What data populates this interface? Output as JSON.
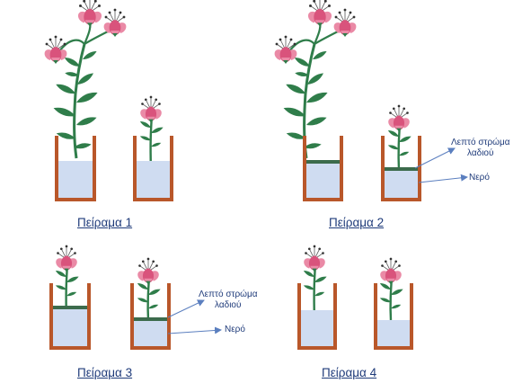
{
  "experiments": [
    {
      "caption": "Πείραμα 1"
    },
    {
      "caption": "Πείραμα 2"
    },
    {
      "caption": "Πείραμα 3"
    },
    {
      "caption": "Πείραμα 4"
    }
  ],
  "labels": {
    "oil_layer_line1": "Λεπτό στρώμα",
    "oil_layer_line2": "λαδιού",
    "water": "Νερό"
  },
  "colors": {
    "stem": "#2f7d4a",
    "leaf": "#2f7d4a",
    "petal": "#ea8aa6",
    "petal_dark": "#d9537c",
    "container": "#b9572a",
    "water": "#cfdcf1",
    "oil": "#3c6b4c",
    "arrow": "#5b7fbf",
    "text": "#1f3b7a"
  }
}
